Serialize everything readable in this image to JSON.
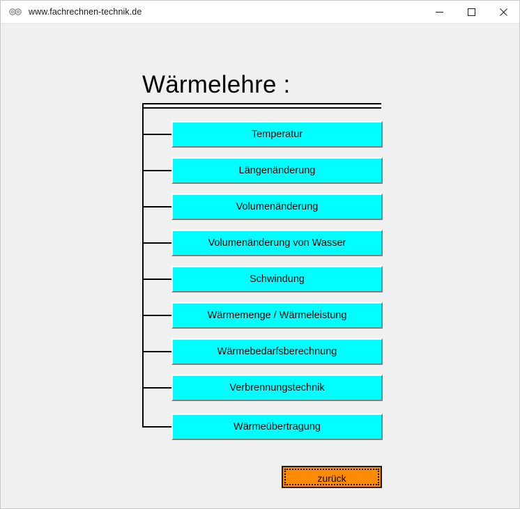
{
  "window": {
    "title": "www.fachrechnen-technik.de",
    "icon": "app-circles-icon",
    "bg_color": "#f0f0f0",
    "titlebar_color": "#ffffff",
    "controls": {
      "minimize": "minimize-icon",
      "maximize": "maximize-icon",
      "close": "close-icon"
    }
  },
  "page": {
    "heading": "Wärmelehre :"
  },
  "menu": {
    "accent_color": "#00ffff",
    "items": [
      {
        "label": "Temperatur"
      },
      {
        "label": "Längenänderung"
      },
      {
        "label": "Volumenänderung"
      },
      {
        "label": "Volumenänderung von Wasser"
      },
      {
        "label": "Schwindung"
      },
      {
        "label": "Wärmemenge / Wärmeleistung"
      },
      {
        "label": "Wärmebedarfsberechnung"
      },
      {
        "label": "Verbrennungstechnik"
      },
      {
        "label": "Wärmeübertragung"
      }
    ]
  },
  "footer": {
    "back_label": "zurück",
    "back_color": "#ff8c00"
  }
}
